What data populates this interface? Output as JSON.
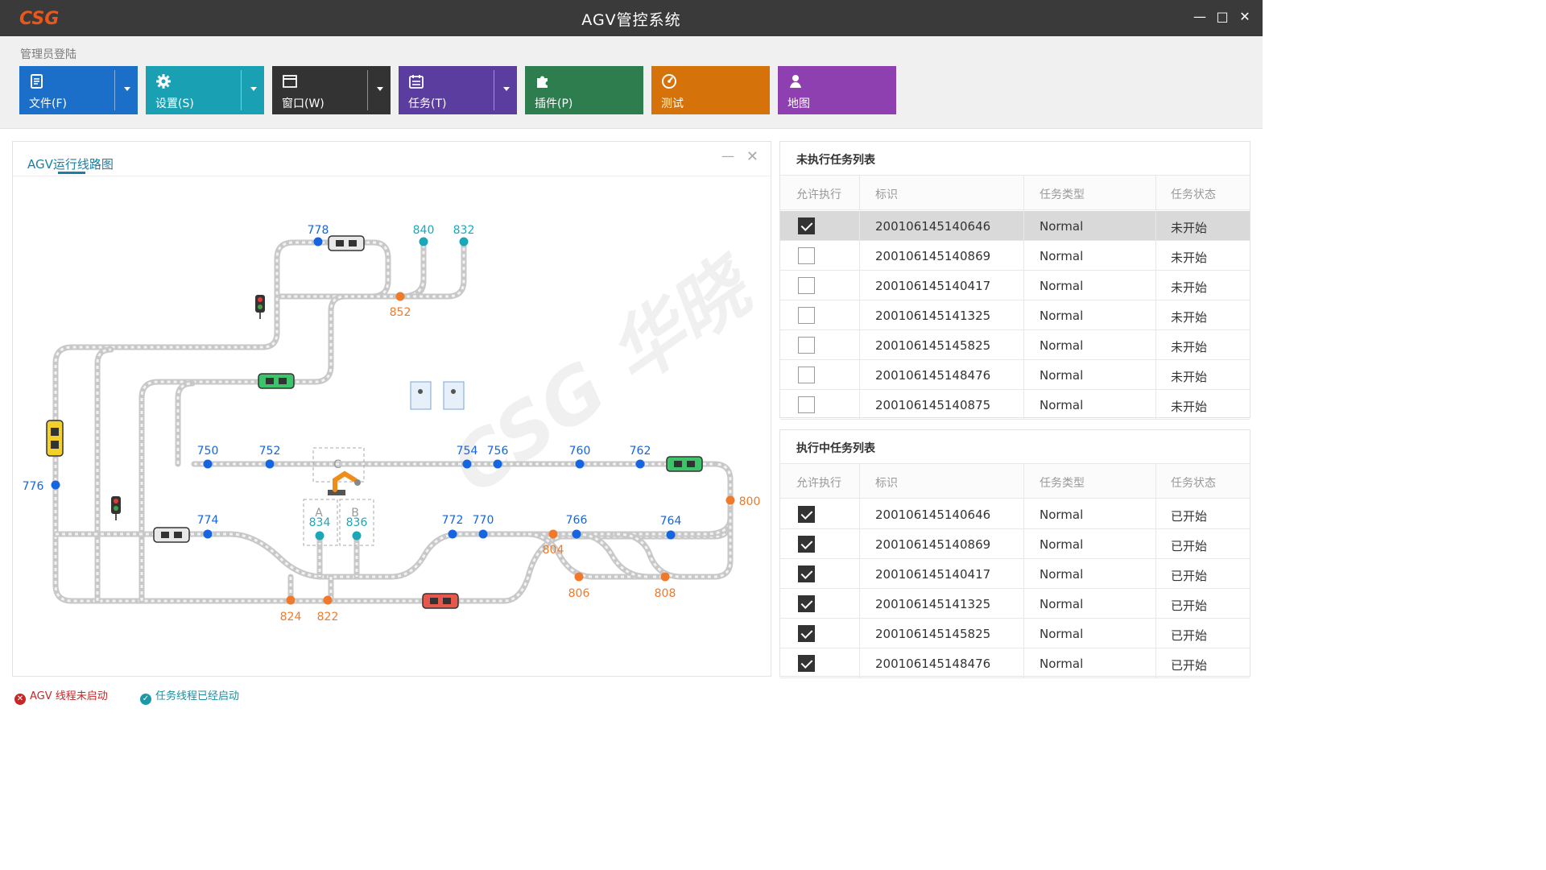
{
  "window": {
    "logo_text": "CSG",
    "title": "AGV管控系统",
    "minimize": "—",
    "maximize": "□",
    "close": "✕"
  },
  "toolbar": {
    "login_label": "管理员登陆",
    "buttons": [
      {
        "label": "文件(F)",
        "icon": "file-icon",
        "color": "#1b6fc8",
        "has_dropdown": true
      },
      {
        "label": "设置(S)",
        "icon": "gear-icon",
        "color": "#1aa0b3",
        "has_dropdown": true
      },
      {
        "label": "窗口(W)",
        "icon": "window-icon",
        "color": "#333333",
        "has_dropdown": true
      },
      {
        "label": "任务(T)",
        "icon": "calendar-icon",
        "color": "#5a3d9e",
        "has_dropdown": true
      },
      {
        "label": "插件(P)",
        "icon": "puzzle-icon",
        "color": "#2e7d4f",
        "has_dropdown": false
      },
      {
        "label": "测试",
        "icon": "gauge-icon",
        "color": "#d5720a",
        "has_dropdown": false
      },
      {
        "label": "地图",
        "icon": "map-user-icon",
        "color": "#8e3fb0",
        "has_dropdown": false
      }
    ]
  },
  "map_panel": {
    "title": "AGV运行线路图",
    "minimize": "—",
    "close": "✕",
    "watermark": "CSG 华晓",
    "nodes_blue": [
      "778",
      "750",
      "752",
      "754",
      "756",
      "760",
      "762",
      "776",
      "774",
      "772",
      "770",
      "766",
      "764"
    ],
    "nodes_teal": [
      "840",
      "832",
      "834",
      "836"
    ],
    "nodes_orange": [
      "852",
      "800",
      "804",
      "806",
      "808",
      "824",
      "822"
    ],
    "stations": [
      "A",
      "B",
      "C"
    ]
  },
  "pending_tasks": {
    "title": "未执行任务列表",
    "columns": [
      "允许执行",
      "标识",
      "任务类型",
      "任务状态"
    ],
    "rows": [
      {
        "allowed": true,
        "id": "200106145140646",
        "type": "Normal",
        "status": "未开始",
        "selected": true
      },
      {
        "allowed": false,
        "id": "200106145140869",
        "type": "Normal",
        "status": "未开始"
      },
      {
        "allowed": false,
        "id": "200106145140417",
        "type": "Normal",
        "status": "未开始"
      },
      {
        "allowed": false,
        "id": "200106145141325",
        "type": "Normal",
        "status": "未开始"
      },
      {
        "allowed": false,
        "id": "200106145145825",
        "type": "Normal",
        "status": "未开始"
      },
      {
        "allowed": false,
        "id": "200106145148476",
        "type": "Normal",
        "status": "未开始"
      },
      {
        "allowed": false,
        "id": "200106145140875",
        "type": "Normal",
        "status": "未开始"
      }
    ]
  },
  "running_tasks": {
    "title": "执行中任务列表",
    "columns": [
      "允许执行",
      "标识",
      "任务类型",
      "任务状态"
    ],
    "rows": [
      {
        "allowed": true,
        "id": "200106145140646",
        "type": "Normal",
        "status": "已开始"
      },
      {
        "allowed": true,
        "id": "200106145140869",
        "type": "Normal",
        "status": "已开始"
      },
      {
        "allowed": true,
        "id": "200106145140417",
        "type": "Normal",
        "status": "已开始"
      },
      {
        "allowed": true,
        "id": "200106145141325",
        "type": "Normal",
        "status": "已开始"
      },
      {
        "allowed": true,
        "id": "200106145145825",
        "type": "Normal",
        "status": "已开始"
      },
      {
        "allowed": true,
        "id": "200106145148476",
        "type": "Normal",
        "status": "已开始"
      }
    ]
  },
  "status_bar": {
    "agv_thread": "AGV 线程未启动",
    "task_thread": "任务线程已经启动"
  },
  "colors": {
    "blue_node": "#1565e0",
    "teal_node": "#1aa8b8",
    "orange_node": "#f07a2a",
    "track": "#d0d0d0",
    "accent_title": "#1a7fa0",
    "error": "#c62828",
    "ok": "#1a9aa8"
  }
}
